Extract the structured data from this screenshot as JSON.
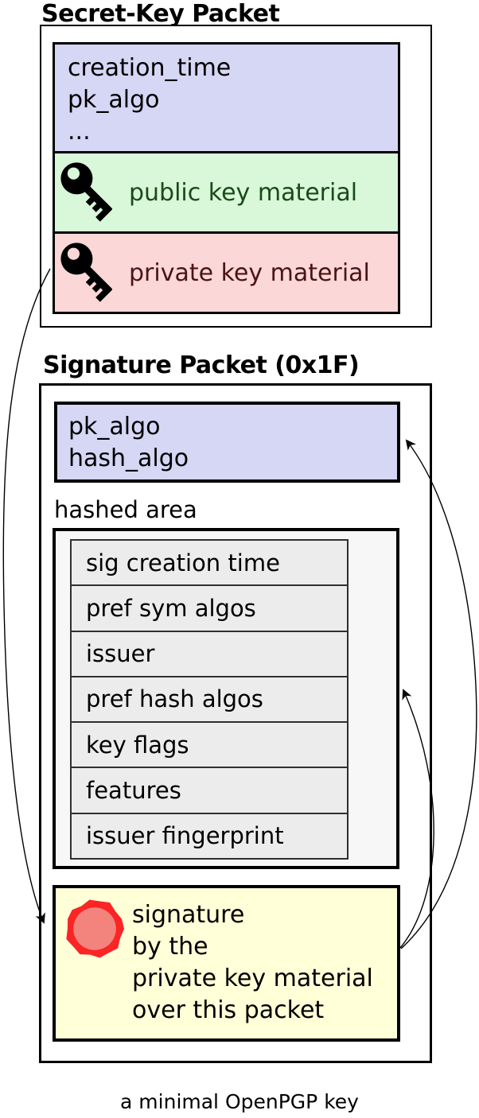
{
  "caption": "a minimal OpenPGP key",
  "colors": {
    "lavender": "#d6d6f5",
    "green": "#d9f7d9",
    "pink": "#fbd7d7",
    "yellow": "#ffffd8",
    "hashed_bg": "#f7f7f7",
    "row_bg": "#ececec",
    "text_green": "#1a4a1a",
    "text_maroon": "#4a1414",
    "seal_red": "#fb2525",
    "seal_fill": "#f2837d"
  },
  "secret_key_packet": {
    "title": "Secret-Key Packet",
    "header_fields": [
      "creation_time",
      "pk_algo",
      "..."
    ],
    "public_material": {
      "icon": "key-icon",
      "label": "public key material"
    },
    "private_material": {
      "icon": "key-icon",
      "label": "private key material"
    }
  },
  "signature_packet": {
    "title": "Signature Packet (0x1F)",
    "header_fields": [
      "pk_algo",
      "hash_algo"
    ],
    "hashed_area": {
      "label": "hashed area",
      "subpackets": [
        "sig creation time",
        "pref sym algos",
        "issuer",
        "pref hash algos",
        "key flags",
        "features",
        "issuer fingerprint"
      ]
    },
    "signature_box": {
      "icon": "seal-icon",
      "lines": [
        "signature",
        "by the",
        "private key material",
        "over this packet"
      ]
    }
  },
  "arrows": [
    {
      "from": "private key material",
      "to": "signature box"
    },
    {
      "from": "signature box",
      "to": "signature packet header fields"
    },
    {
      "from": "signature box",
      "to": "hashed area"
    }
  ]
}
